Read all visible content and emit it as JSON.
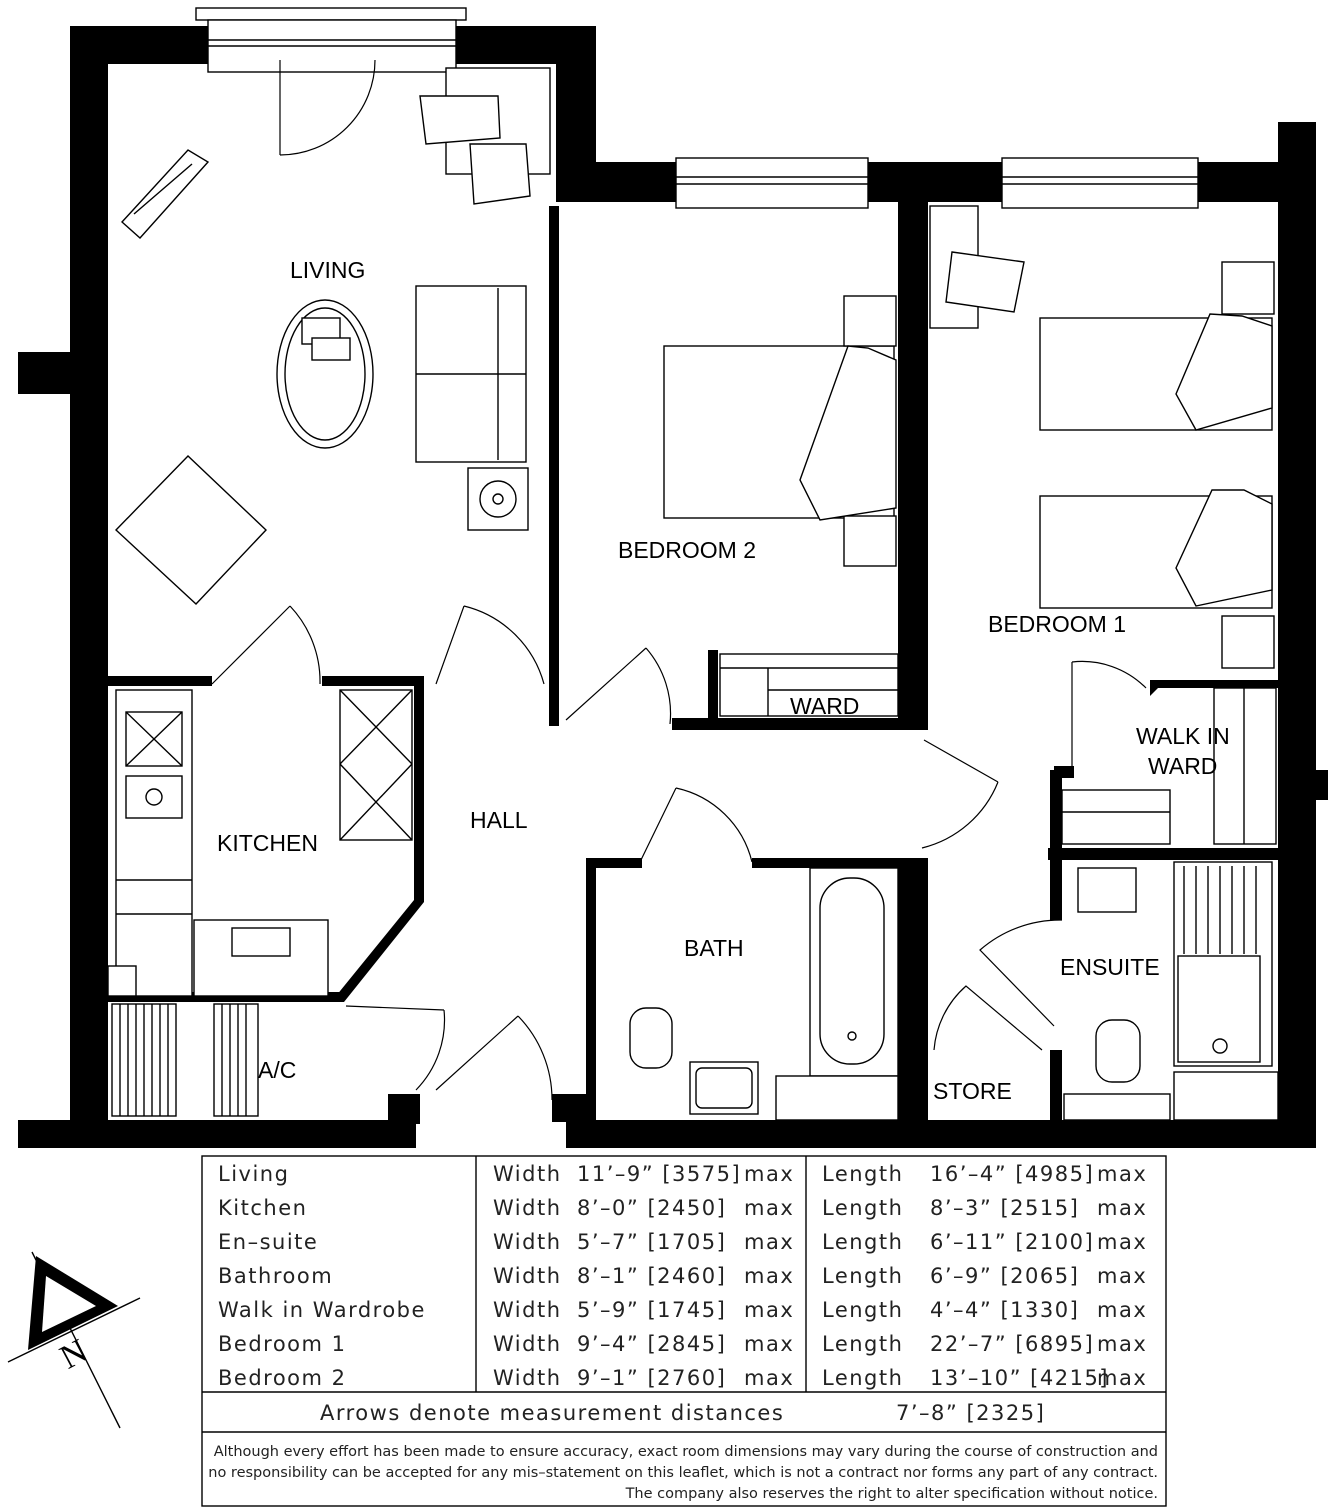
{
  "rooms": {
    "living": "LIVING",
    "bedroom2": "BEDROOM 2",
    "bedroom1": "BEDROOM 1",
    "ward": "WARD",
    "walk_in_ward_1": "WALK IN",
    "walk_in_ward_2": "WARD",
    "kitchen": "KITCHEN",
    "hall": "HALL",
    "bath": "BATH",
    "ensuite": "ENSUITE",
    "store": "STORE",
    "ac": "A/C"
  },
  "compass": {
    "label": "N"
  },
  "dimensions": [
    {
      "room": "Living",
      "width_label": "Width",
      "width": "11’–9” [3575]",
      "width_max": "max",
      "length_label": "Length",
      "length": "16’–4” [4985]",
      "length_max": "max"
    },
    {
      "room": "Kitchen",
      "width_label": "Width",
      "width": "8’–0” [2450]",
      "width_max": "max",
      "length_label": "Length",
      "length": "8’–3” [2515]",
      "length_max": "max"
    },
    {
      "room": "En–suite",
      "width_label": "Width",
      "width": "5’–7” [1705]",
      "width_max": "max",
      "length_label": "Length",
      "length": "6’–11” [2100]",
      "length_max": "max"
    },
    {
      "room": "Bathroom",
      "width_label": "Width",
      "width": "8’–1” [2460]",
      "width_max": "max",
      "length_label": "Length",
      "length": "6’–9” [2065]",
      "length_max": "max"
    },
    {
      "room": "Walk in Wardrobe",
      "width_label": "Width",
      "width": "5’–9” [1745]",
      "width_max": "max",
      "length_label": "Length",
      "length": "4’–4” [1330]",
      "length_max": "max"
    },
    {
      "room": "Bedroom 1",
      "width_label": "Width",
      "width": "9’–4” [2845]",
      "width_max": "max",
      "length_label": "Length",
      "length": "22’–7” [6895]",
      "length_max": "max"
    },
    {
      "room": "Bedroom 2",
      "width_label": "Width",
      "width": "9’–1” [2760]",
      "width_max": "max",
      "length_label": "Length",
      "length": "13’–10” [4215]",
      "length_max": "max"
    }
  ],
  "arrows_note": "Arrows denote measurement distances",
  "arrows_value": "7’–8” [2325]",
  "disclaimer": [
    "Although every effort has been made to ensure accuracy, exact room dimensions may vary during the course of construction and",
    "no responsibility can be accepted for any mis–statement on this leaflet, which is not a contract nor forms any part of any contract.",
    "The company also reserves the right to alter specification without notice."
  ]
}
